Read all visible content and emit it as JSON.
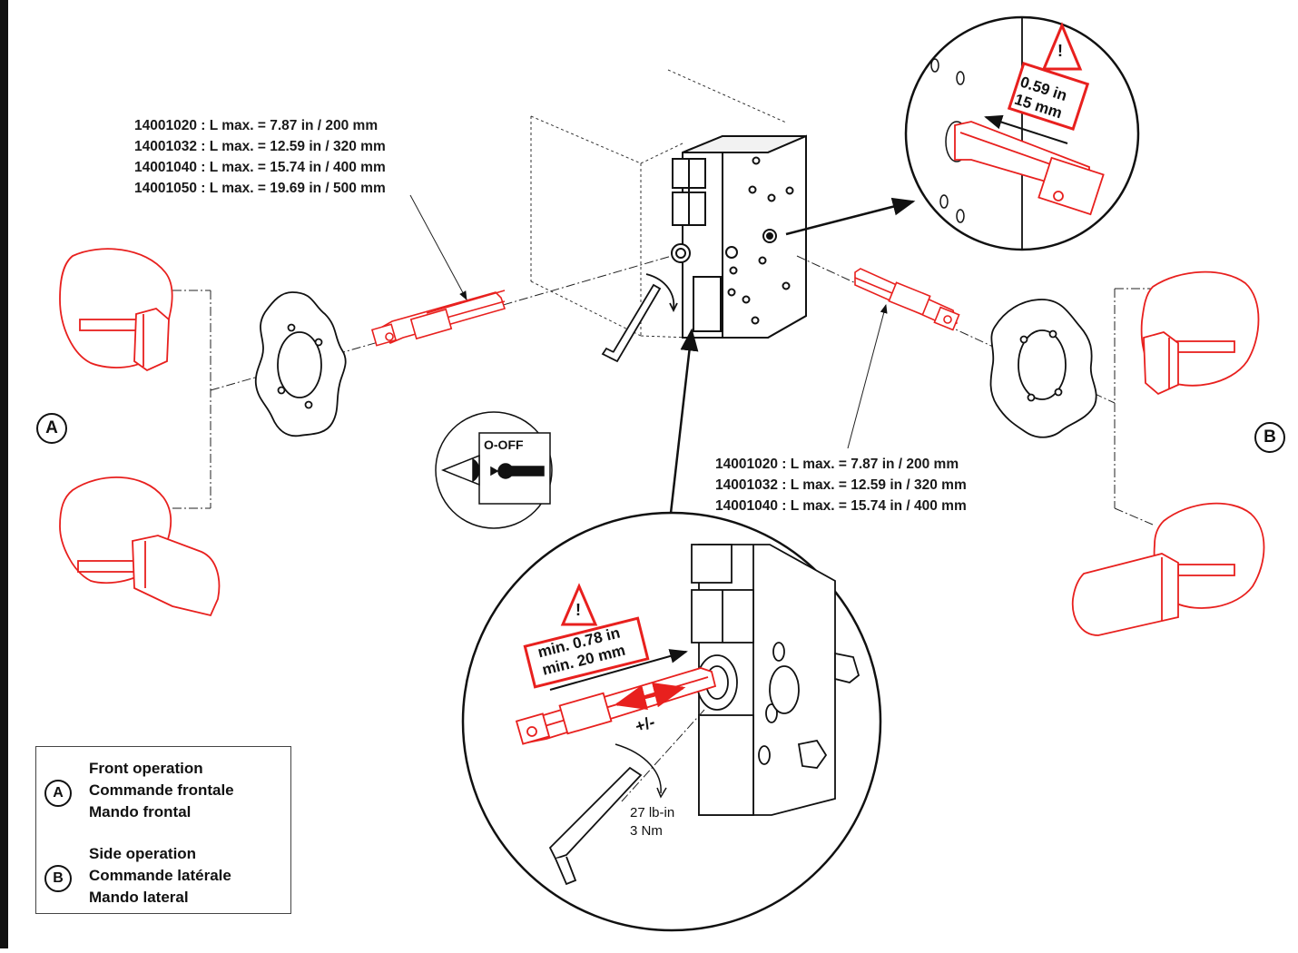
{
  "specs_left": [
    "14001020 : L max. = 7.87 in / 200 mm",
    "14001032 : L max. = 12.59 in / 320 mm",
    "14001040 : L max. = 15.74 in / 400 mm",
    "14001050 : L max. = 19.69 in / 500 mm"
  ],
  "specs_right": [
    "14001020 : L max. = 7.87 in / 200 mm",
    "14001032 : L max. = 12.59 in / 320 mm",
    "14001040 : L max. = 15.74 in / 400 mm"
  ],
  "label_a": "A",
  "label_b": "B",
  "off_indicator": "O-OFF",
  "warning_top": {
    "symbol": "!",
    "line1": "0.59 in",
    "line2": "15 mm"
  },
  "warning_bottom": {
    "symbol": "!",
    "line1": "min. 0.78 in",
    "line2": "min. 20 mm"
  },
  "adjust_label": "+/-",
  "torque": {
    "line1": "27 lb-in",
    "line2": "3 Nm"
  },
  "legend": {
    "a": {
      "badge": "A",
      "lines": [
        "Front operation",
        "Commande frontale",
        "Mando frontal"
      ]
    },
    "b": {
      "badge": "B",
      "lines": [
        "Side operation",
        "Commande latérale",
        "Mando lateral"
      ]
    }
  },
  "colors": {
    "handle_red": "#e8201e",
    "line": "#1a1a1a"
  }
}
